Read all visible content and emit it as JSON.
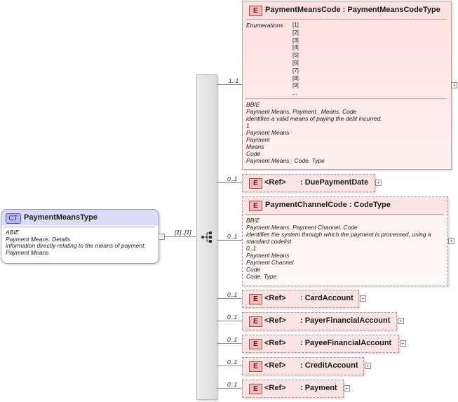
{
  "complex_type": {
    "badge": "CT",
    "name": "PaymentMeansType",
    "lines": [
      "ABIE",
      "Payment Means. Details",
      "information directly relating to the means of payment.",
      "Payment Means"
    ],
    "cardinality": "[1]..[1]"
  },
  "elements": [
    {
      "badge": "E",
      "cardinality": "1..1",
      "title": "PaymentMeansCode : PaymentMeansCodeType",
      "enum_label": "Enumerations",
      "enumerations": [
        "[1]",
        "[2]",
        "[3]",
        "[4]",
        "[5]",
        "[6]",
        "[7]",
        "[8]",
        "[9]",
        "..."
      ],
      "lines": [
        "BBIE",
        "Payment Means. Payment_ Means. Code",
        "identifies a valid means of paying the debt incurred.",
        "1",
        "Payment Means",
        "Payment",
        "Means",
        "Code",
        "Payment Means_ Code. Type"
      ]
    },
    {
      "badge": "E",
      "cardinality": "0..1",
      "ref": "<Ref>",
      "title": ": DuePaymentDate"
    },
    {
      "badge": "E",
      "cardinality": "0..1",
      "title": "PaymentChannelCode : CodeType",
      "lines": [
        "BBIE",
        "Payment Means. Payment Channel. Code",
        "identifies the system through which the payment is processed, using a",
        "standard codelist.",
        "0..1",
        "Payment Means",
        "Payment Channel",
        "Code",
        "Code. Type"
      ]
    },
    {
      "badge": "E",
      "cardinality": "0..1",
      "ref": "<Ref>",
      "title": ": CardAccount"
    },
    {
      "badge": "E",
      "cardinality": "0..1",
      "ref": "<Ref>",
      "title": ": PayerFinancialAccount"
    },
    {
      "badge": "E",
      "cardinality": "0..1",
      "ref": "<Ref>",
      "title": ": PayeeFinancialAccount"
    },
    {
      "badge": "E",
      "cardinality": "0..1",
      "ref": "<Ref>",
      "title": ": CreditAccount"
    },
    {
      "badge": "E",
      "cardinality": "0..1",
      "ref": "<Ref>",
      "title": ": Payment"
    }
  ]
}
